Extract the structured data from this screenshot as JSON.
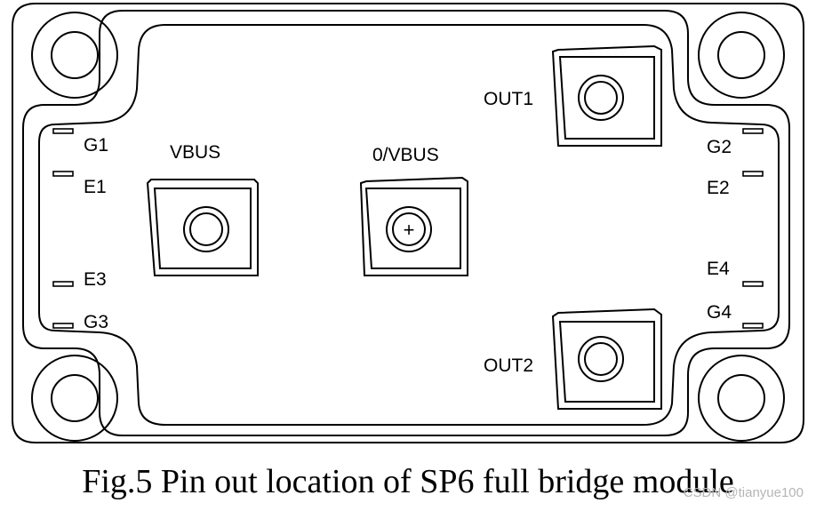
{
  "pins": {
    "vbus": "VBUS",
    "zero_vbus": "0/VBUS",
    "out1": "OUT1",
    "out2": "OUT2",
    "g1": "G1",
    "e1": "E1",
    "e3": "E3",
    "g3": "G3",
    "g2": "G2",
    "e2": "E2",
    "e4": "E4",
    "g4": "G4",
    "plus_symbol": "+"
  },
  "caption": "Fig.5 Pin out location of SP6 full bridge module",
  "watermark": "CSDN @tianyue100"
}
